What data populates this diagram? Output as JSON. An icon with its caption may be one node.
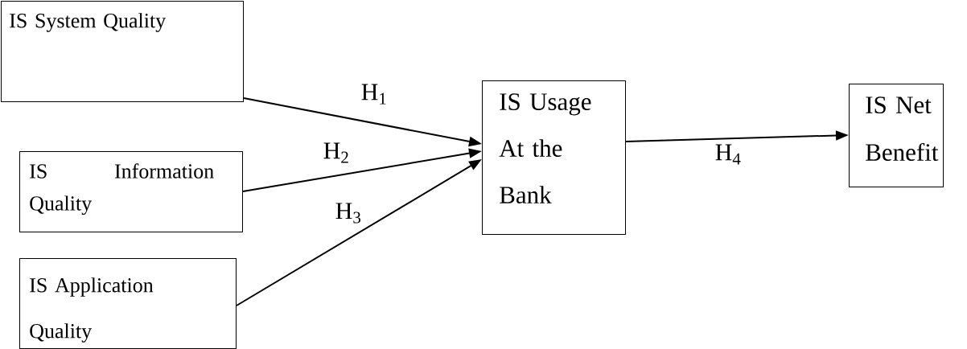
{
  "diagram": {
    "nodes": [
      {
        "text": [
          "IS System Quality"
        ]
      },
      {
        "text": [
          "IS Information Quality"
        ]
      },
      {
        "text": [
          "IS Application Quality"
        ]
      },
      {
        "text": [
          "IS Usage At the Bank"
        ]
      },
      {
        "text": [
          "IS Net Benefit"
        ]
      }
    ],
    "edges": [
      {
        "from": 0,
        "to": 3,
        "arrow": "to",
        "label": "H$_{1}$"
      },
      {
        "from": 1,
        "to": 3,
        "arrow": "to",
        "label": "H$_{2}$"
      },
      {
        "from": 2,
        "to": 3,
        "arrow": "to",
        "label": "H$_{3}$"
      },
      {
        "from": 3,
        "to": 4,
        "arrow": "to",
        "label": "H$_{4}$"
      }
    ]
  }
}
